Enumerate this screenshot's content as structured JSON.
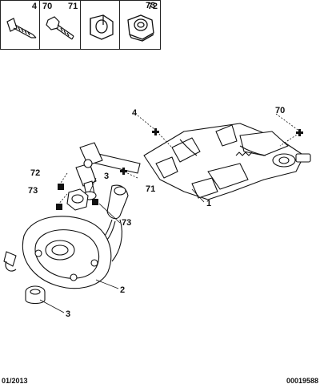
{
  "legend": [
    {
      "number": "4",
      "icon": "screw-icon"
    },
    {
      "number": "70",
      "icon": "flange-bolt-icon"
    },
    {
      "number": "71",
      "icon": "flange-bolt-icon"
    },
    {
      "number": "72",
      "icon": "nut-icon"
    },
    {
      "number": "73",
      "icon": "lock-nut-icon"
    }
  ],
  "callouts": {
    "c1": "1",
    "c2": "2",
    "c3a": "3",
    "c3b": "3",
    "c4": "4",
    "c70": "70",
    "c71": "71",
    "c72": "72",
    "c73a": "73",
    "c73b": "73"
  },
  "footer": {
    "date": "01/2013",
    "reference": "00019588"
  }
}
